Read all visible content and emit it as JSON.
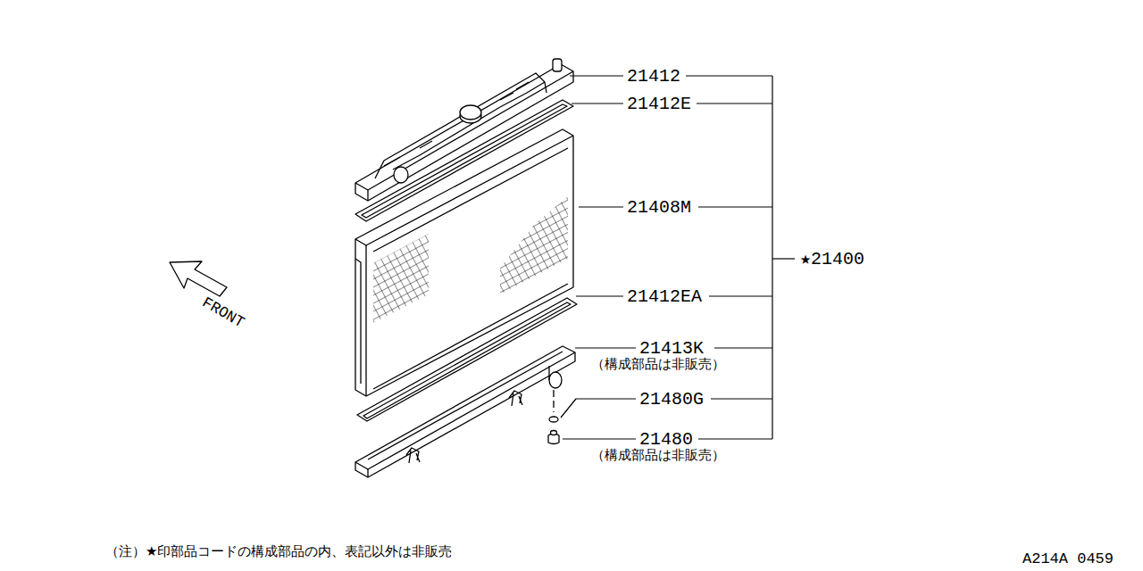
{
  "diagram": {
    "labels": [
      "21412",
      "21412E",
      "21408M",
      "21412EA",
      "21413K",
      "（構成部品は非販売）",
      "21480G",
      "21480",
      "（構成部品は非販売）",
      "★21400",
      "FRONT",
      "（注）★印部品コードの構成部品の内、表記以外は非販売",
      "A214A 0459"
    ]
  }
}
